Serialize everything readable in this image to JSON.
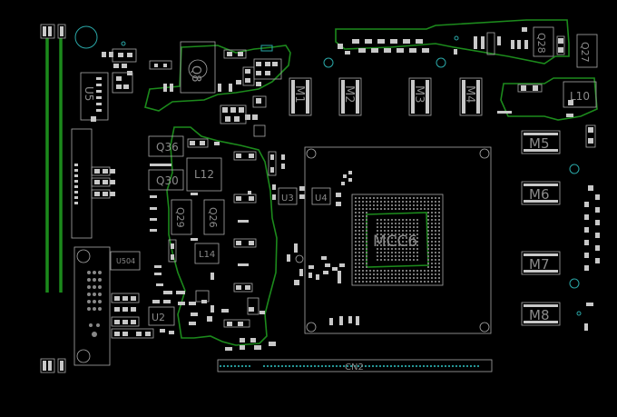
{
  "board": {
    "background": "#000000",
    "silkscreen_color": "#a8a8a8",
    "copper_color": "#1c8a1c",
    "via_color": "#2aa7a7"
  },
  "labels": {
    "q8": "Q8",
    "q28": "Q28",
    "q27": "Q27",
    "u5": "U5",
    "l10": "L10",
    "m1": "M1",
    "m2": "M2",
    "m3": "M3",
    "m4": "M4",
    "m5": "M5",
    "m6": "M6",
    "m7": "M7",
    "m8": "M8",
    "q36": "Q36",
    "q30": "Q30",
    "l12": "L12",
    "q29": "Q29",
    "q26": "Q26",
    "u3": "U3",
    "u4": "U4",
    "mcc": "MCC6",
    "l14": "L14",
    "u504": "U504",
    "u2": "U2",
    "cn2": "CN2"
  }
}
